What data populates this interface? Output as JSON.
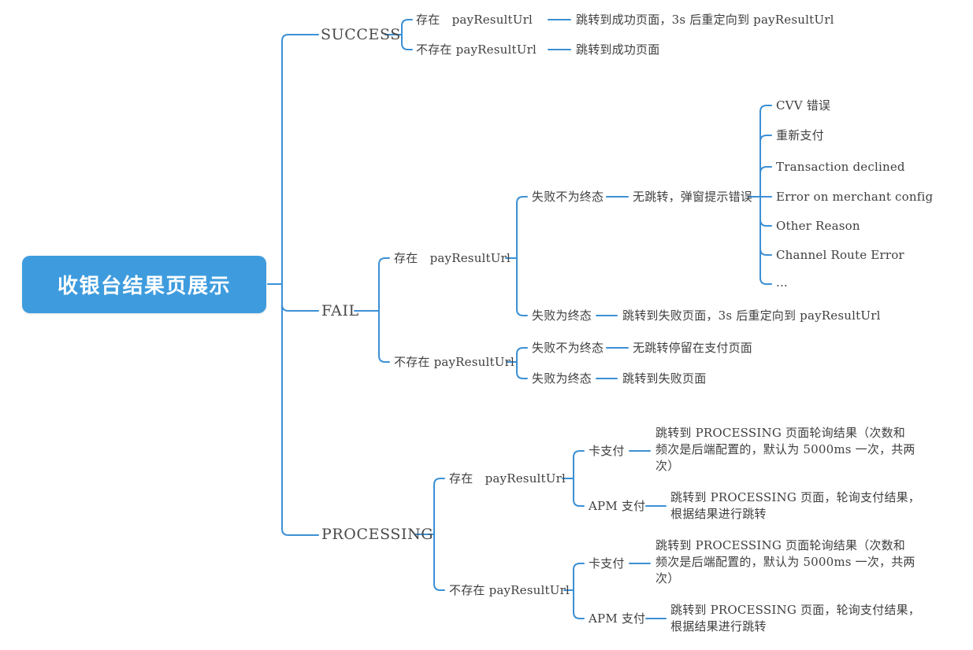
{
  "map": {
    "root": {
      "label": "收银台结果页展示"
    },
    "success": {
      "label": "SUCCESS",
      "exist": {
        "label": "存在　payResultUrl",
        "result": "跳转到成功页面，3s 后重定向到 payResultUrl"
      },
      "not_exist": {
        "label": "不存在 payResultUrl",
        "result": "跳转到成功页面"
      }
    },
    "fail": {
      "label": "FAIL",
      "exist": {
        "label": "存在　payResultUrl",
        "not_final": {
          "label": "失败不为终态",
          "action": "无跳转，弹窗提示错误",
          "errors": [
            "CVV 错误",
            "重新支付",
            "Transaction declined",
            "Error on merchant config",
            "Other Reason",
            "Channel Route Error",
            "..."
          ]
        },
        "final": {
          "label": "失败为终态",
          "action": "跳转到失败页面，3s 后重定向到 payResultUrl"
        }
      },
      "not_exist": {
        "label": "不存在 payResultUrl",
        "not_final": {
          "label": "失败不为终态",
          "action": "无跳转停留在支付页面"
        },
        "final": {
          "label": "失败为终态",
          "action": "跳转到失败页面"
        }
      }
    },
    "processing": {
      "label": "PROCESSING",
      "exist": {
        "label": "存在　payResultUrl",
        "card": {
          "label": "卡支付",
          "action": "跳转到 PROCESSING 页面轮询结果（次数和频次是后端配置的，默认为 5000ms 一次，共两次）"
        },
        "apm": {
          "label": "APM 支付",
          "action": "跳转到 PROCESSING 页面，轮询支付结果，根据结果进行跳转"
        }
      },
      "not_exist": {
        "label": "不存在 payResultUrl",
        "card": {
          "label": "卡支付",
          "action": "跳转到 PROCESSING 页面轮询结果（次数和频次是后端配置的，默认为 5000ms 一次，共两次）"
        },
        "apm": {
          "label": "APM 支付",
          "action": "跳转到 PROCESSING 页面，轮询支付结果，根据结果进行跳转"
        }
      }
    },
    "colors": {
      "root_fill": "#3E9CDE",
      "edge": "#3B90D5"
    }
  }
}
